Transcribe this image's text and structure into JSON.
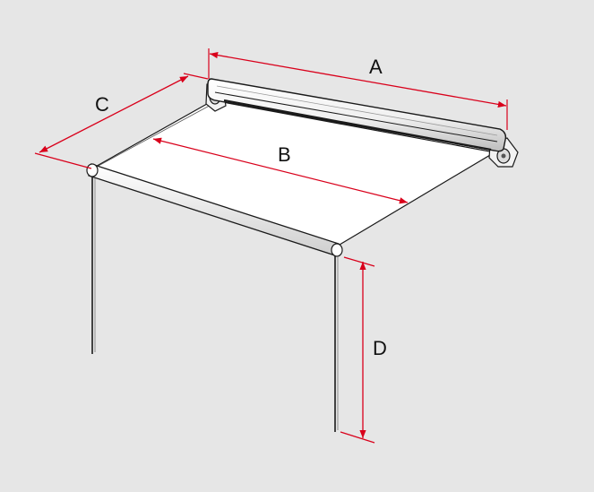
{
  "labels": {
    "a": "A",
    "b": "B",
    "c": "C",
    "d": "D"
  },
  "colors": {
    "background": "#e6e6e6",
    "dimension_line": "#d9001b",
    "outline": "#1a1a1a",
    "fabric": "#ffffff"
  }
}
